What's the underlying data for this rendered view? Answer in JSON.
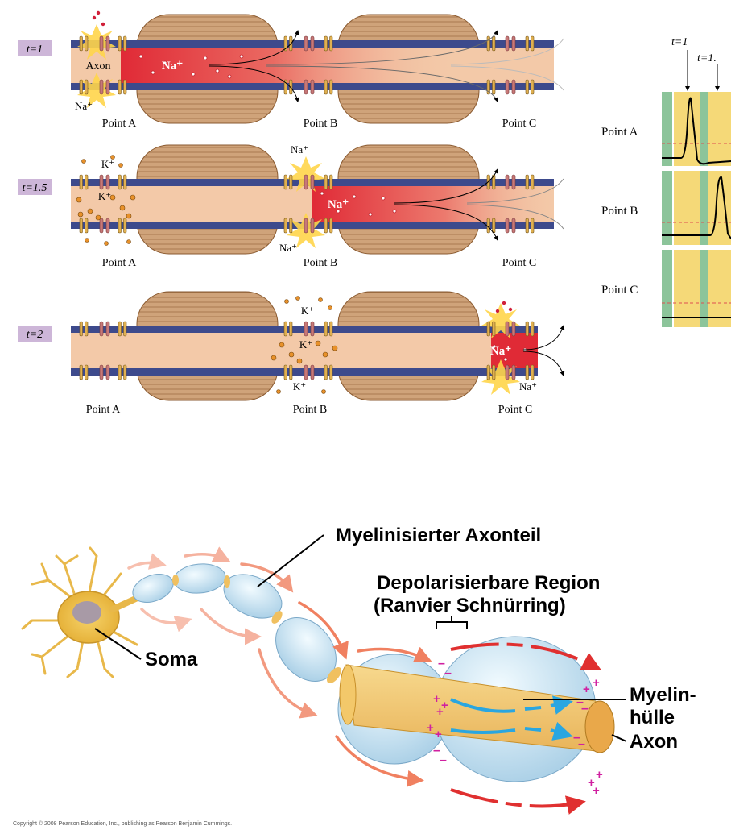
{
  "top_figure": {
    "panels": [
      {
        "time": "t=1",
        "axon_label": "Axon",
        "labels": {
          "na_inner": "Na⁺",
          "na_outer": "Na⁺"
        },
        "points": [
          "Point A",
          "Point B",
          "Point C"
        ]
      },
      {
        "time": "t=1.5",
        "labels": {
          "k_outer": "K⁺",
          "k_inner": "K⁺",
          "na_top": "Na⁺",
          "na_inner": "Na⁺",
          "na_bottom": "Na⁺"
        },
        "points": [
          "Point A",
          "Point B",
          "Point C"
        ]
      },
      {
        "time": "t=2",
        "labels": {
          "k_top": "K⁺",
          "k_inner": "K⁺",
          "k_bottom": "K⁺",
          "na_inner": "Na⁺",
          "na_bottom": "Na⁺"
        },
        "points": [
          "Point A",
          "Point B",
          "Point C"
        ]
      }
    ],
    "trace_panel": {
      "time_markers": [
        "t=1",
        "t=1."
      ],
      "rows": [
        "Point A",
        "Point B",
        "Point C"
      ]
    }
  },
  "bottom_figure": {
    "labels": {
      "myelinated": "Myelinisierter Axonteil",
      "depolarizable_line1": "Depolarisierbare Region",
      "depolarizable_line2": "(Ranvier Schnürring)",
      "soma": "Soma",
      "sheath_line1": "Myelin-",
      "sheath_line2": "hülle",
      "axon": "Axon"
    },
    "copyright": "Copyright © 2008 Pearson Education, Inc., publishing as Pearson Benjamin Cummings."
  },
  "colors": {
    "membrane": "#3d4a8c",
    "axon_fill": "#f3c9a8",
    "depolarization": "#e02a36",
    "myelin": "#c8a07a",
    "channel": "#d98a8a",
    "spark": "#ffd54a",
    "potassium": "#e8912a",
    "trace_yellow": "#f5d978",
    "trace_green": "#8cc49a",
    "label_bg": "#cdb6d8"
  }
}
